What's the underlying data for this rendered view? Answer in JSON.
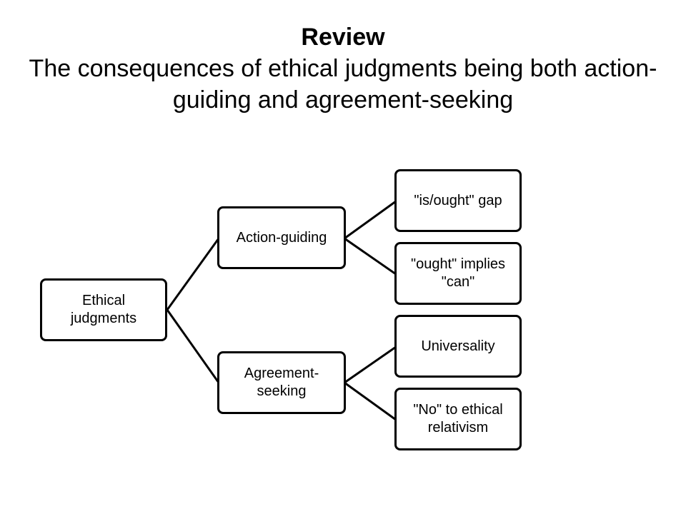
{
  "title": {
    "main": "Review",
    "subtitle": "The consequences of ethical judgments being both action-guiding and agreement-seeking"
  },
  "diagram": {
    "root": {
      "label": "Ethical judgments"
    },
    "branches": [
      {
        "label": "Action-guiding",
        "children": [
          {
            "label": "\"is/ought\" gap"
          },
          {
            "label": "\"ought\" implies \"can\""
          }
        ]
      },
      {
        "label": "Agreement-seeking",
        "children": [
          {
            "label": "Universality"
          },
          {
            "label": "\"No\" to ethical relativism"
          }
        ]
      }
    ],
    "colors": {
      "border": "#000000",
      "background": "#ffffff"
    }
  }
}
